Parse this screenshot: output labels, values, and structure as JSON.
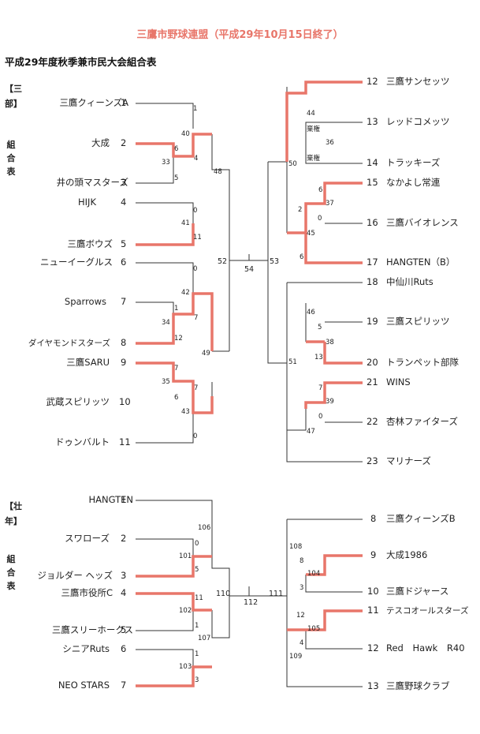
{
  "header": {
    "title": "三鷹市野球連盟（平成29年10月15日終了）",
    "subtitle": "平成29年度秋季兼市民大会組合表"
  },
  "division1": {
    "label_top": "【三部】",
    "label_bottom": "組合表",
    "left_teams": [
      {
        "num": "1",
        "name": "三鷹クィーンズA"
      },
      {
        "num": "2",
        "name": "大成"
      },
      {
        "num": "3",
        "name": "井の頭マスターズ"
      },
      {
        "num": "4",
        "name": "HIJK"
      },
      {
        "num": "5",
        "name": "三鷹ボウズ"
      },
      {
        "num": "6",
        "name": "ニューイーグルス"
      },
      {
        "num": "7",
        "name": "Sparrows"
      },
      {
        "num": "8",
        "name": "ダイヤモンドスターズ"
      },
      {
        "num": "9",
        "name": "三鷹SARU"
      },
      {
        "num": "10",
        "name": "武蔵スピリッツ"
      },
      {
        "num": "11",
        "name": "ドゥンバルト"
      }
    ],
    "right_teams": [
      {
        "num": "12",
        "name": "三鷹サンセッツ"
      },
      {
        "num": "13",
        "name": "レッドコメッツ"
      },
      {
        "num": "14",
        "name": "トラッキーズ"
      },
      {
        "num": "15",
        "name": "なかよし常連"
      },
      {
        "num": "16",
        "name": "三鷹バイオレンス"
      },
      {
        "num": "17",
        "name": "HANGTEN（B）"
      },
      {
        "num": "18",
        "name": "中仙川Ruts"
      },
      {
        "num": "19",
        "name": "三鷹スピリッツ"
      },
      {
        "num": "20",
        "name": "トランペット部隊"
      },
      {
        "num": "21",
        "name": "WINS"
      },
      {
        "num": "22",
        "name": "杏林ファイターズ"
      },
      {
        "num": "23",
        "name": "マリナーズ"
      }
    ],
    "marks": [
      "1",
      "6",
      "33",
      "4",
      "5",
      "40",
      "48",
      "0",
      "41",
      "11",
      "0",
      "42",
      "1",
      "34",
      "7",
      "12",
      "49",
      "7",
      "35",
      "6",
      "7",
      "43",
      "0",
      "52",
      "54",
      "53",
      "44",
      "棄権",
      "36",
      "棄権",
      "50",
      "6",
      "2",
      "37",
      "0",
      "45",
      "6",
      "46",
      "5",
      "38",
      "13",
      "51",
      "7",
      "39",
      "0",
      "47"
    ]
  },
  "division2": {
    "label_top": "【壮年】",
    "label_bottom": "組合表",
    "left_teams": [
      {
        "num": "1",
        "name": "HANGTEN"
      },
      {
        "num": "2",
        "name": "スワローズ"
      },
      {
        "num": "3",
        "name": "ジョルダー ヘッズ"
      },
      {
        "num": "4",
        "name": "三鷹市役所C"
      },
      {
        "num": "5",
        "name": "三鷹スリーホークス"
      },
      {
        "num": "6",
        "name": "シニアRuts"
      },
      {
        "num": "7",
        "name": "NEO STARS"
      }
    ],
    "right_teams": [
      {
        "num": "8",
        "name": "三鷹クィーンズB"
      },
      {
        "num": "9",
        "name": "大成1986"
      },
      {
        "num": "10",
        "name": "三鷹ドジャース"
      },
      {
        "num": "11",
        "name": "テスコオールスターズ"
      },
      {
        "num": "12",
        "name": "Red Hawk R40"
      },
      {
        "num": "13",
        "name": "三鷹野球クラブ"
      }
    ],
    "marks": [
      "106",
      "0",
      "101",
      "5",
      "11",
      "102",
      "1",
      "107",
      "1",
      "103",
      "3",
      "110",
      "112",
      "111",
      "108",
      "8",
      "104",
      "3",
      "12",
      "105",
      "4",
      "109"
    ]
  },
  "colors": {
    "winner_line": "#e8766a",
    "line": "#333333",
    "title": "#e8766a"
  }
}
